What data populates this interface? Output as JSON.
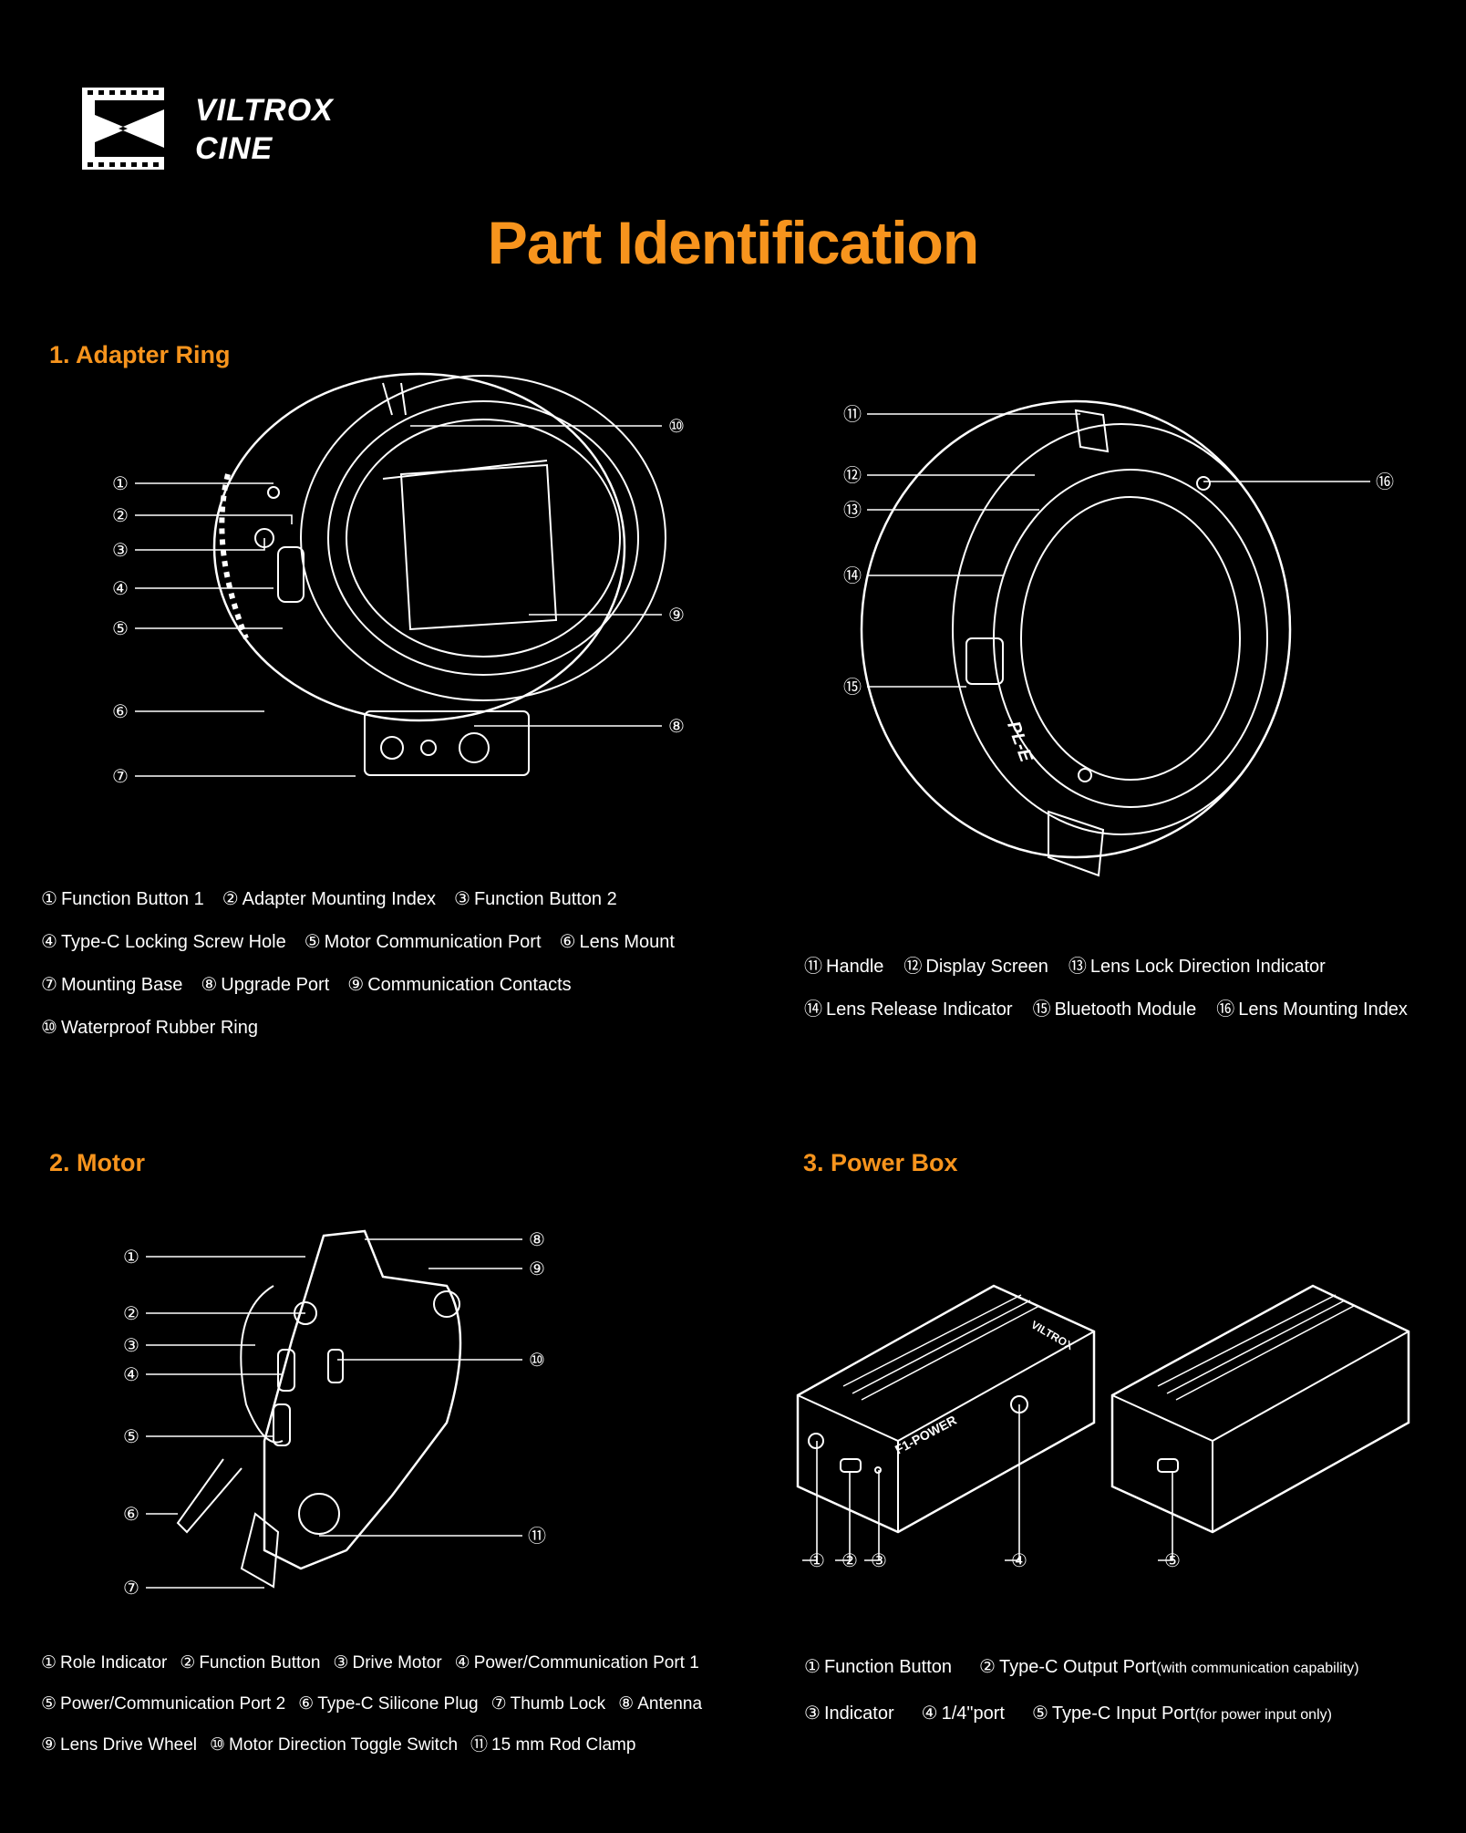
{
  "brand": {
    "line1": "VILTROX",
    "line2": "CINE"
  },
  "title": "Part Identification",
  "sections": {
    "adapter": {
      "heading": "1. Adapter Ring",
      "callouts_front": [
        "①",
        "②",
        "③",
        "④",
        "⑤",
        "⑥",
        "⑦",
        "⑩",
        "⑨",
        "⑧"
      ],
      "callouts_back": [
        "⑪",
        "⑫",
        "⑬",
        "⑭",
        "⑮",
        "⑯"
      ],
      "back_label": "PL-E",
      "legend_left": [
        [
          {
            "num": "①",
            "text": "Function Button 1"
          },
          {
            "num": "②",
            "text": "Adapter Mounting Index"
          },
          {
            "num": "③",
            "text": "Function Button 2"
          }
        ],
        [
          {
            "num": "④",
            "text": "Type-C Locking Screw Hole"
          },
          {
            "num": "⑤",
            "text": "Motor Communication Port"
          },
          {
            "num": "⑥",
            "text": "Lens Mount"
          }
        ],
        [
          {
            "num": "⑦",
            "text": "Mounting Base"
          },
          {
            "num": "⑧",
            "text": "Upgrade Port"
          },
          {
            "num": "⑨",
            "text": "Communication Contacts"
          }
        ],
        [
          {
            "num": "⑩",
            "text": "Waterproof Rubber Ring"
          }
        ]
      ],
      "legend_right": [
        [
          {
            "num": "⑪",
            "text": "Handle"
          },
          {
            "num": "⑫",
            "text": "Display Screen"
          },
          {
            "num": "⑬",
            "text": "Lens Lock Direction Indicator"
          }
        ],
        [
          {
            "num": "⑭",
            "text": "Lens Release Indicator"
          },
          {
            "num": "⑮",
            "text": "Bluetooth Module"
          },
          {
            "num": "⑯",
            "text": "Lens Mounting Index"
          }
        ]
      ]
    },
    "motor": {
      "heading": "2. Motor",
      "callouts": [
        "①",
        "②",
        "③",
        "④",
        "⑤",
        "⑥",
        "⑦",
        "⑧",
        "⑨",
        "⑩",
        "⑪"
      ],
      "legend": [
        [
          {
            "num": "①",
            "text": "Role Indicator"
          },
          {
            "num": "②",
            "text": "Function Button"
          },
          {
            "num": "③",
            "text": "Drive Motor"
          },
          {
            "num": "④",
            "text": "Power/Communication Port 1"
          }
        ],
        [
          {
            "num": "⑤",
            "text": "Power/Communication Port 2"
          },
          {
            "num": "⑥",
            "text": "Type-C Silicone Plug"
          },
          {
            "num": "⑦",
            "text": "Thumb Lock"
          },
          {
            "num": "⑧",
            "text": "Antenna"
          }
        ],
        [
          {
            "num": "⑨",
            "text": "Lens Drive Wheel"
          },
          {
            "num": "⑩",
            "text": "Motor Direction Toggle Switch"
          },
          {
            "num": "⑪",
            "text": "15 mm Rod Clamp"
          }
        ]
      ]
    },
    "power": {
      "heading": "3. Power Box",
      "callouts": [
        "①",
        "②",
        "③",
        "④",
        "⑤"
      ],
      "box_label_front": "F1-POWER",
      "box_brand": "VILTROX",
      "legend": [
        [
          {
            "num": "①",
            "text": "Function Button",
            "note": ""
          },
          {
            "num": "②",
            "text": "Type-C Output Port",
            "note": "(with communication capability)"
          }
        ],
        [
          {
            "num": "③",
            "text": "Indicator",
            "note": ""
          },
          {
            "num": "④",
            "text": "1/4\"port",
            "note": ""
          },
          {
            "num": "⑤",
            "text": "Type-C Input Port",
            "note": "(for power input only)"
          }
        ]
      ]
    }
  },
  "colors": {
    "accent": "#f7941d",
    "background": "#000000",
    "text": "#ffffff"
  }
}
